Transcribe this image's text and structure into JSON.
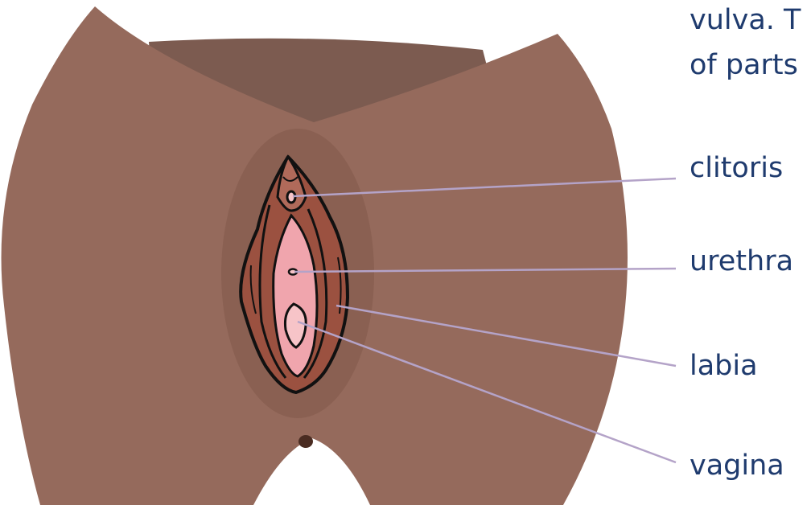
{
  "intro_lines": [
    "vulva. T",
    "of parts"
  ],
  "labels": {
    "clitoris": "clitoris",
    "urethra": "urethra",
    "labia": "labia",
    "vagina": "vagina"
  },
  "colors": {
    "skin": "#956a5c",
    "skin_shadow": "#7c5b50",
    "inner_shadow": "#8a6052",
    "labia_fill": "#9b5140",
    "mucosa": "#f0a5ad",
    "outline": "#111111",
    "leader_line": "#b4a3c8",
    "text": "#1f3b6e"
  }
}
